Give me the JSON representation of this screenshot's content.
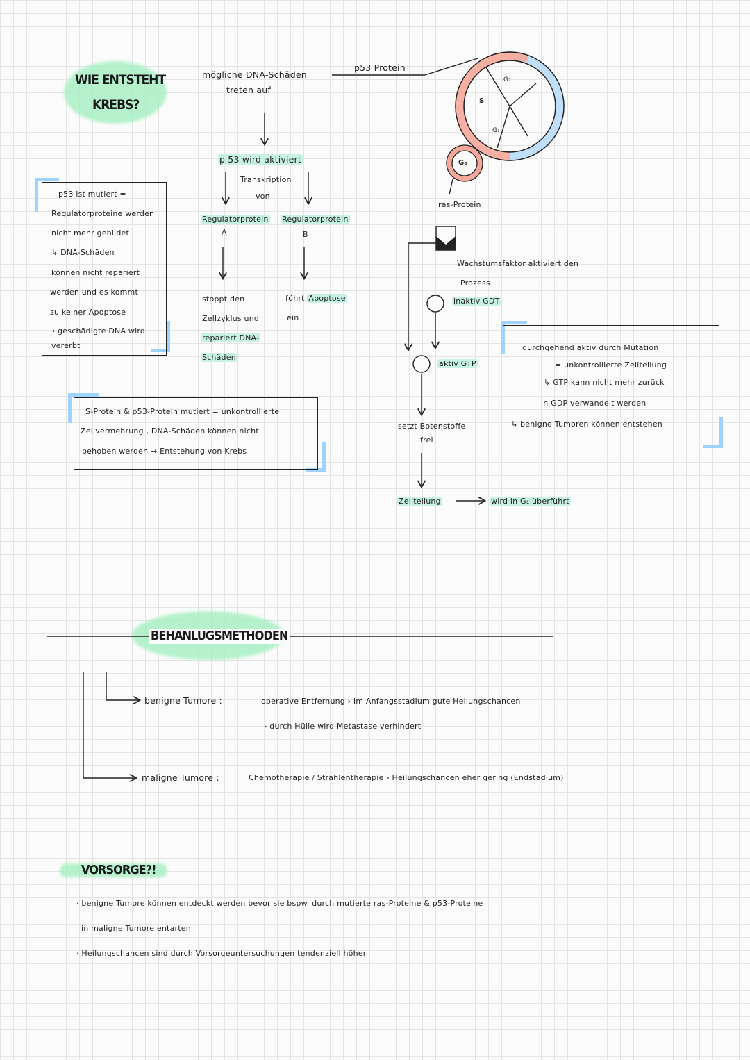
{
  "title_krebs_1": "WIE ENTSTEHT",
  "title_krebs_2": "KREBS?",
  "flow": {
    "dna_damage_1": "mögliche DNA-Schäden",
    "dna_damage_2": "treten auf",
    "p53_protein_label": "p53 Protein",
    "p53_activated": "p 53 wird aktiviert",
    "transcription": "Transkription",
    "von": "von",
    "reg_a": "Regulatorprotein",
    "reg_a_letter": "A",
    "reg_b": "Regulatorprotein",
    "reg_b_letter": "B",
    "stops_1": "stoppt den",
    "stops_2": "Zellzyklus und",
    "stops_3": "repariert DNA-",
    "stops_4": "Schäden",
    "apoptosis_1": "führt",
    "apoptosis_hl": "Apoptose",
    "apoptosis_2": "ein"
  },
  "box_p53": {
    "l1": "p53 ist mutiert =",
    "l2": "Regulatorproteine werden",
    "l3": "nicht mehr gebildet",
    "l4": "↳ DNA-Schäden",
    "l5": "können nicht repariert",
    "l6": "werden und es kommt",
    "l7": "zu keiner Apoptose",
    "l8": "→ geschädigte DNA wird",
    "l9": "vererbt"
  },
  "box_sprotein": {
    "l1": "S-Protein & p53-Protein mutiert = unkontrollierte",
    "l2": "Zellvermehrung , DNA-Schäden können nicht",
    "l3": "behoben werden → Entstehung von Krebs"
  },
  "cycle": {
    "g2": "G₂",
    "s": "S",
    "g1": "G₁",
    "g0": "G₀",
    "ras": "ras-Protein",
    "growth_1": "Wachstumsfaktor aktiviert den",
    "growth_2": "Prozess",
    "inactive": "inaktiv GDT",
    "active": "aktiv GTP",
    "messenger_1": "setzt Botenstoffe",
    "messenger_2": "frei",
    "division": "Zellteilung",
    "into_g1": "wird in G₁ überführt"
  },
  "box_ras": {
    "l1": "durchgehend aktiv durch Mutation",
    "l2": "= unkontrollierte Zellteilung",
    "l3": "↳ GTP kann nicht mehr zurück",
    "l4": "in GDP verwandelt werden",
    "l5": "↳ benigne Tumoren können entstehen"
  },
  "treatment": {
    "title": "BEHANLUGSMETHODEN",
    "benign_label": "benigne Tumore :",
    "benign_1": "operative Entfernung › im Anfangsstadium gute Heilungschancen",
    "benign_2": "› durch Hülle wird Metastase verhindert",
    "malign_label": "maligne Tumore :",
    "malign_1": "Chemotherapie / Strahlentherapie › Heilungschancen eher gering (Endstadium)"
  },
  "prevention": {
    "title": "VORSORGE?!",
    "l1": "benigne Tumore können entdeckt werden bevor sie bspw. durch mutierte ras-Proteine & p53-Proteine",
    "l2": "in maligne Tumore entarten",
    "l3": "Heilungschancen sind durch Vorsorgeuntersuchungen tendenziell höher"
  },
  "colors": {
    "highlight": "#c7f1e2",
    "green_blob": "#a9f0c4",
    "blue_corner": "#9fd3ff",
    "cycle_red": "#f5a89a",
    "cycle_blue": "#b9dcfa"
  }
}
